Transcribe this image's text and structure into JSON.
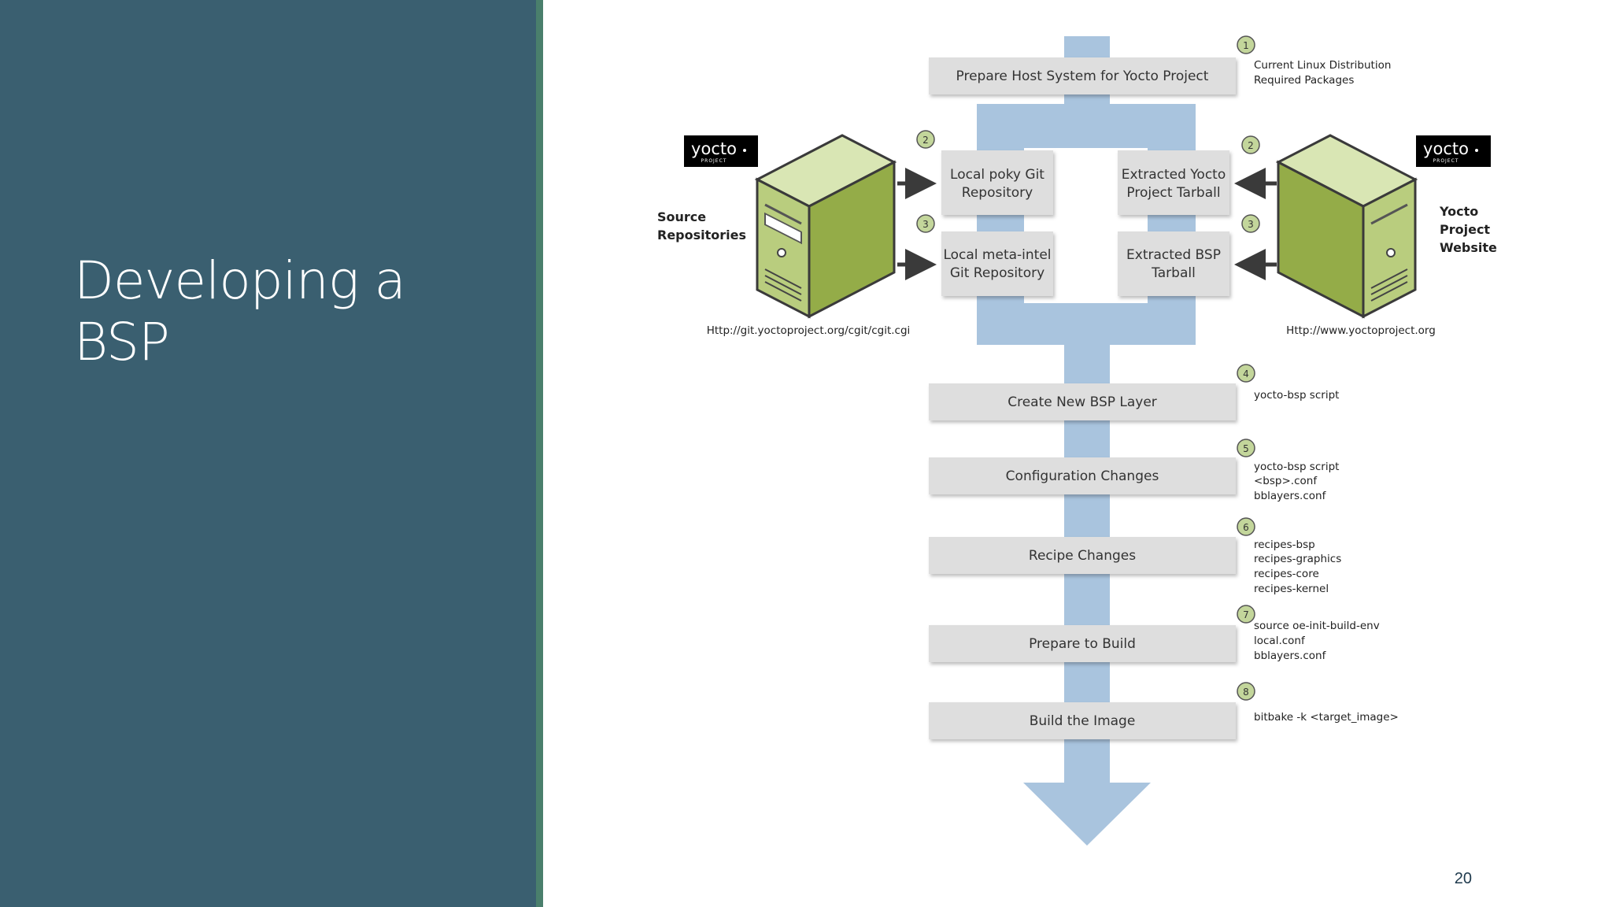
{
  "slide": {
    "title_line1": "Developing a",
    "title_line2": "BSP",
    "page_number": "20"
  },
  "diagram": {
    "steps": {
      "prepare_host": "Prepare Host System for Yocto Project",
      "create_layer": "Create New BSP Layer",
      "config_changes": "Configuration Changes",
      "recipe_changes": "Recipe Changes",
      "prepare_build": "Prepare to Build",
      "build_image": "Build the Image"
    },
    "repos": {
      "poky_line1": "Local poky Git",
      "poky_line2": "Repository",
      "meta_line1": "Local meta-intel",
      "meta_line2": "Git Repository",
      "tarball_line1": "Extracted Yocto",
      "tarball_line2": "Project Tarball",
      "bsp_line1": "Extracted BSP",
      "bsp_line2": "Tarball"
    },
    "left_source": {
      "logo": "yocto",
      "logo_sub": "PROJECT",
      "label_line1": "Source",
      "label_line2": "Repositories",
      "url": "Http://git.yoctoproject.org/cgit/cgit.cgi"
    },
    "right_source": {
      "logo": "yocto",
      "logo_sub": "PROJECT",
      "label_line1": "Yocto",
      "label_line2": "Project",
      "label_line3": "Website",
      "url": "Http://www.yoctoproject.org"
    },
    "badges": {
      "b1": "1",
      "b2": "2",
      "b3": "3",
      "b4": "4",
      "b5": "5",
      "b6": "6",
      "b7": "7",
      "b8": "8"
    },
    "notes": {
      "n1_line1": "Current Linux Distribution",
      "n1_line2": "Required Packages",
      "n4_line1": "yocto-bsp script",
      "n5_line1": "yocto-bsp script",
      "n5_line2": "<bsp>.conf",
      "n5_line3": "bblayers.conf",
      "n6_line1": "recipes-bsp",
      "n6_line2": "recipes-graphics",
      "n6_line3": "recipes-core",
      "n6_line4": "recipes-kernel",
      "n7_line1": "source oe-init-build-env",
      "n7_line2": "local.conf",
      "n7_line3": "bblayers.conf",
      "n8_line1": "bitbake -k <target_image>"
    },
    "colors": {
      "flow": "#a9c4de",
      "box": "#dedede",
      "server": "#a9be6e",
      "badge": "#c3d69b"
    }
  }
}
